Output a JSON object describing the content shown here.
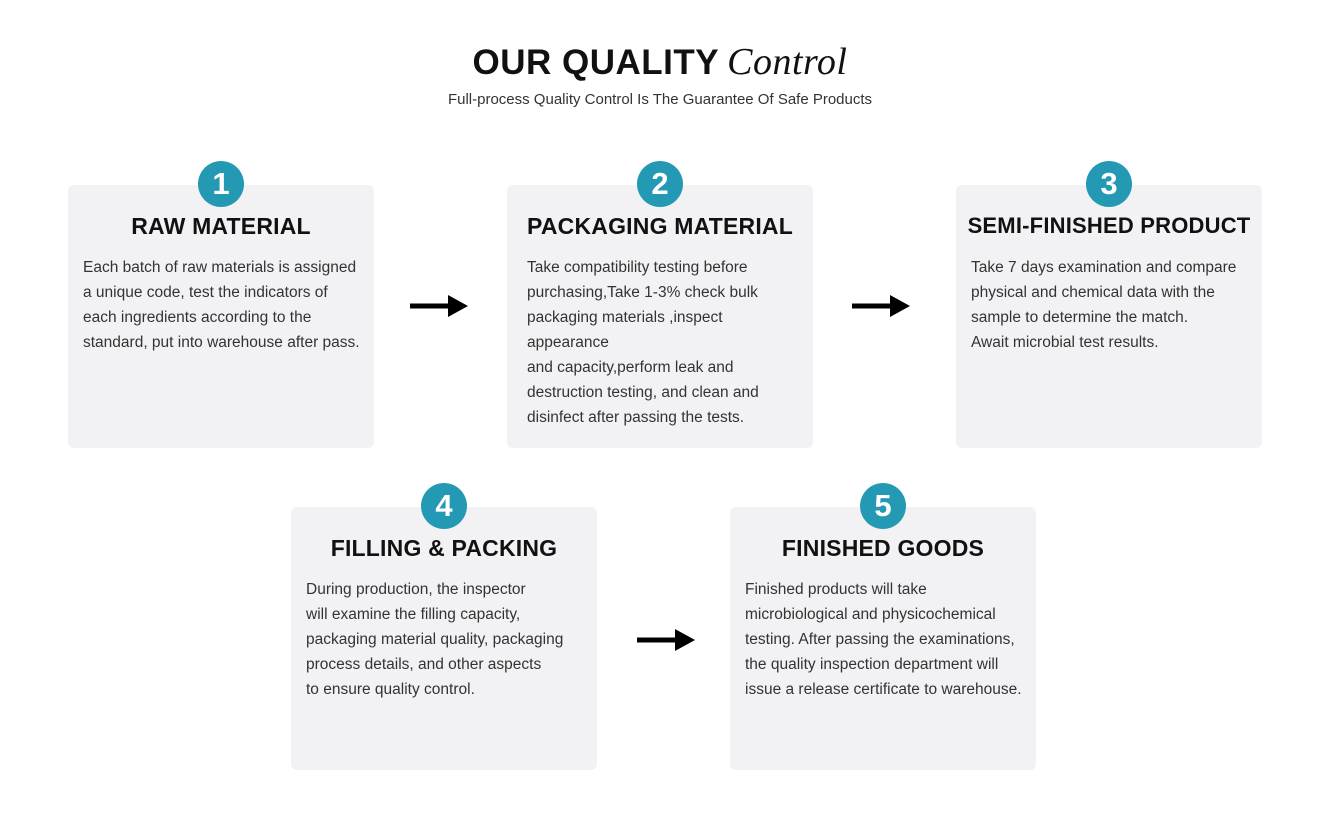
{
  "header": {
    "title_bold": "OUR QUALITY",
    "title_script": "Control",
    "subtitle": "Full-process Quality Control Is The Guarantee Of Safe Products"
  },
  "accent_color": "#2499b3",
  "steps": [
    {
      "number": "1",
      "title": "RAW MATERIAL",
      "body": "Each batch of raw materials is assigned\na unique code, test the indicators of\neach ingredients according to the\nstandard, put into warehouse after pass."
    },
    {
      "number": "2",
      "title": "PACKAGING MATERIAL",
      "body": "Take compatibility testing before\npurchasing,Take 1-3% check bulk\npackaging materials ,inspect appearance\nand capacity,perform leak and\ndestruction testing, and clean and\ndisinfect after passing the tests."
    },
    {
      "number": "3",
      "title": "SEMI-FINISHED PRODUCT",
      "body": "Take 7 days examination and compare\nphysical and chemical data with the\nsample to determine the match.\nAwait microbial test results."
    },
    {
      "number": "4",
      "title": "FILLING & PACKING",
      "body": "During production, the inspector\nwill examine the filling capacity,\npackaging material quality, packaging\nprocess details, and other aspects\nto ensure quality control."
    },
    {
      "number": "5",
      "title": "FINISHED GOODS",
      "body": "Finished products will take\nmicrobiological and physicochemical\ntesting. After passing the examinations,\nthe quality inspection department will\nissue a release certificate to warehouse."
    }
  ]
}
